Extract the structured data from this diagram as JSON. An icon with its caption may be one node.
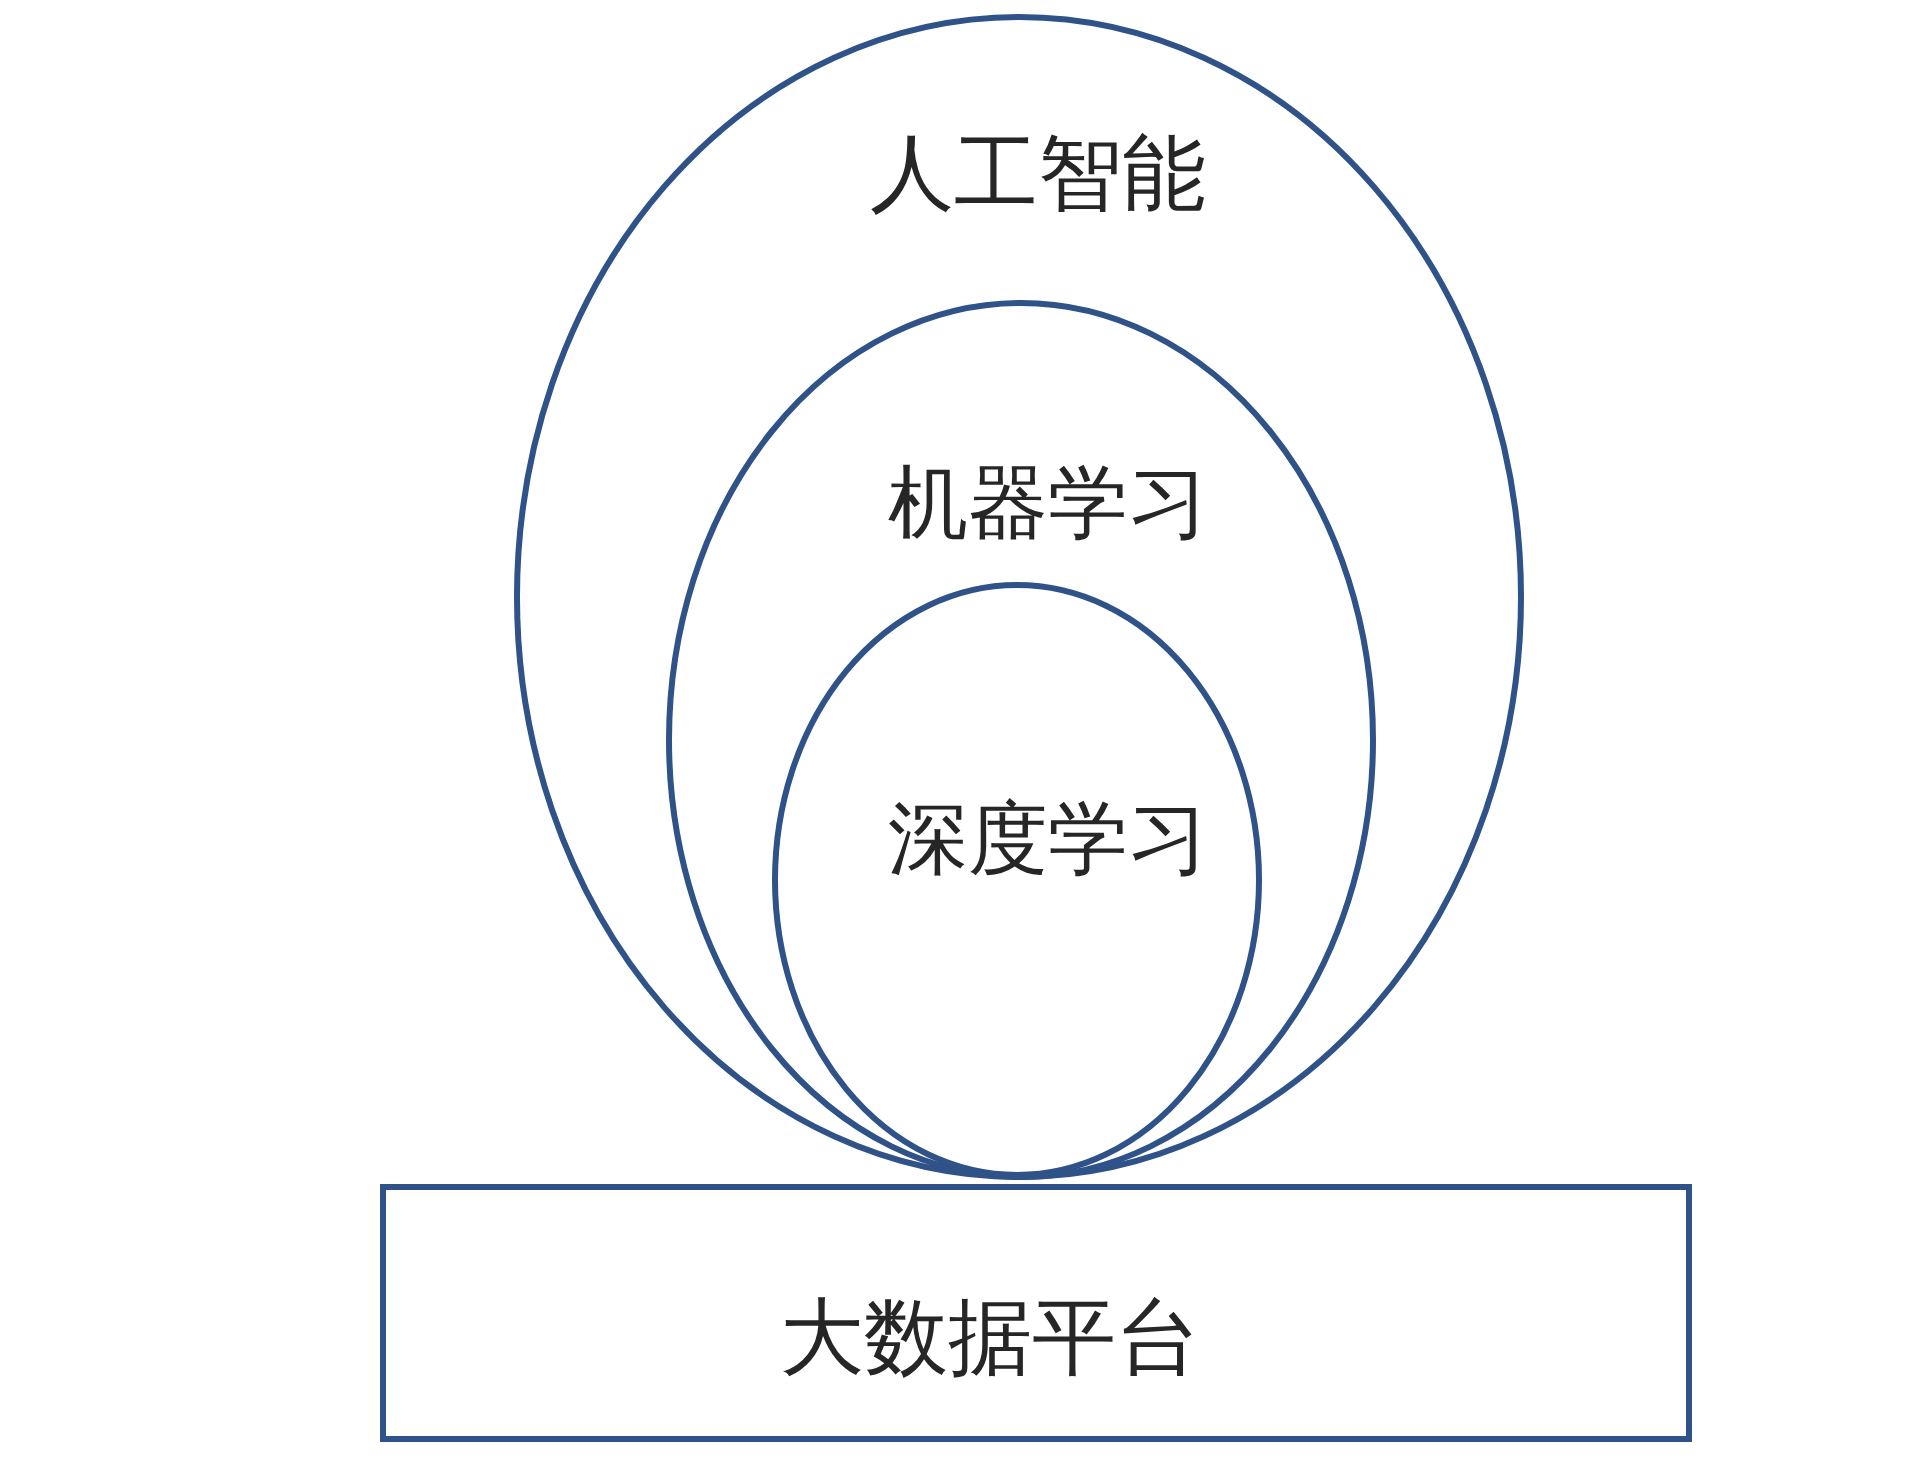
{
  "diagram": {
    "nodes": [
      {
        "text": [
          "人工智能"
        ]
      },
      {
        "text": [
          "机器学习"
        ],
        "in": 0
      },
      {
        "text": [
          "深度学习"
        ],
        "in": 1
      },
      {
        "text": [
          "大数据平台"
        ]
      }
    ]
  }
}
